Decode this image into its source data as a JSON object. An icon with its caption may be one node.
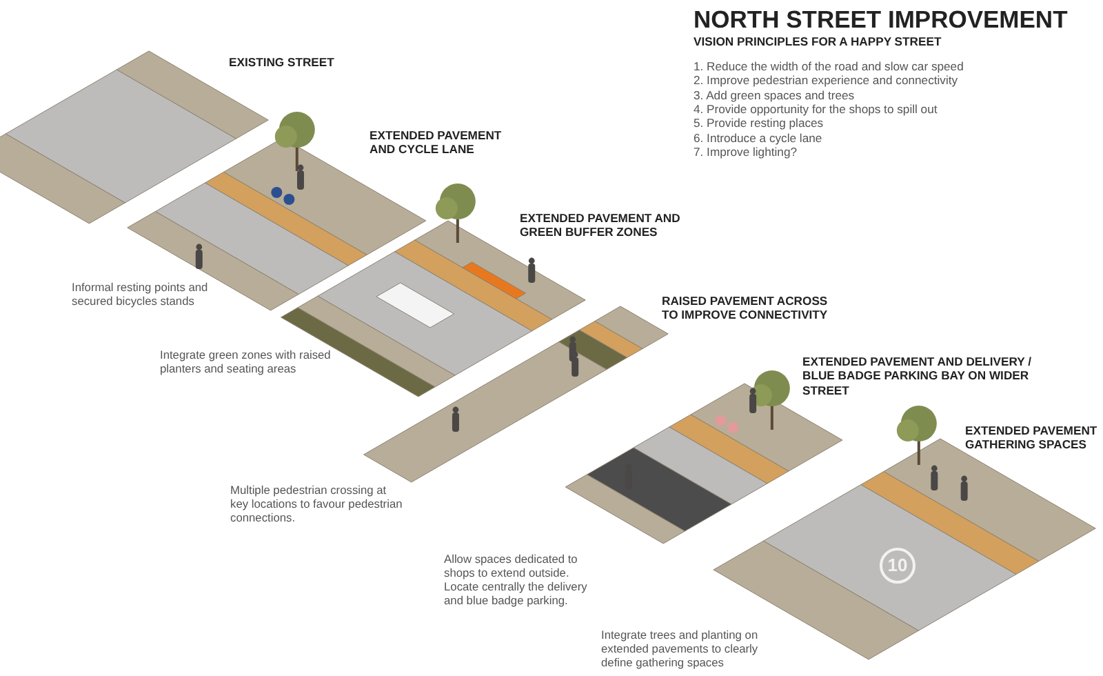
{
  "diagram": {
    "title": "NORTH STREET IMPROVEMENT",
    "labels": [
      "VISION PRINCIPLES FOR A HAPPY STREET",
      "1. Reduce the width of the road and slow car speed",
      "2. Improve pedestrian experience and connectivity",
      "3. Add green spaces and trees",
      "4. Provide opportunity for the shops to spill out",
      "5. Provide resting places",
      "6. Introduce a cycle lane",
      "7. Improve lighting?",
      "EXISTING STREET",
      "EXTENDED PAVEMENT AND CYCLE LANE",
      "EXTENDED PAVEMENT AND GREEN BUFFER ZONES",
      "Informal resting points and secured bicycles stands",
      "RAISED PAVEMENT ACROSS TO IMPROVE CONNECTIVITY",
      "Integrate green zones with raised planters and seating areas",
      "EXTENDED PAVEMENT AND DELIVERY / BLUE BADGE PARKING BAY ON WIDER STREET",
      "EXTENDED PAVEMENT GATHERING SPACES",
      "10",
      "Multiple pedestrian crossing at key locations to favour pedestrian connections.",
      "Allow spaces dedicated to shops to extend outside. Locate centrally the delivery and blue badge parking.",
      "Integrate trees and planting on extended pavements to clearly define gathering spaces"
    ]
  }
}
